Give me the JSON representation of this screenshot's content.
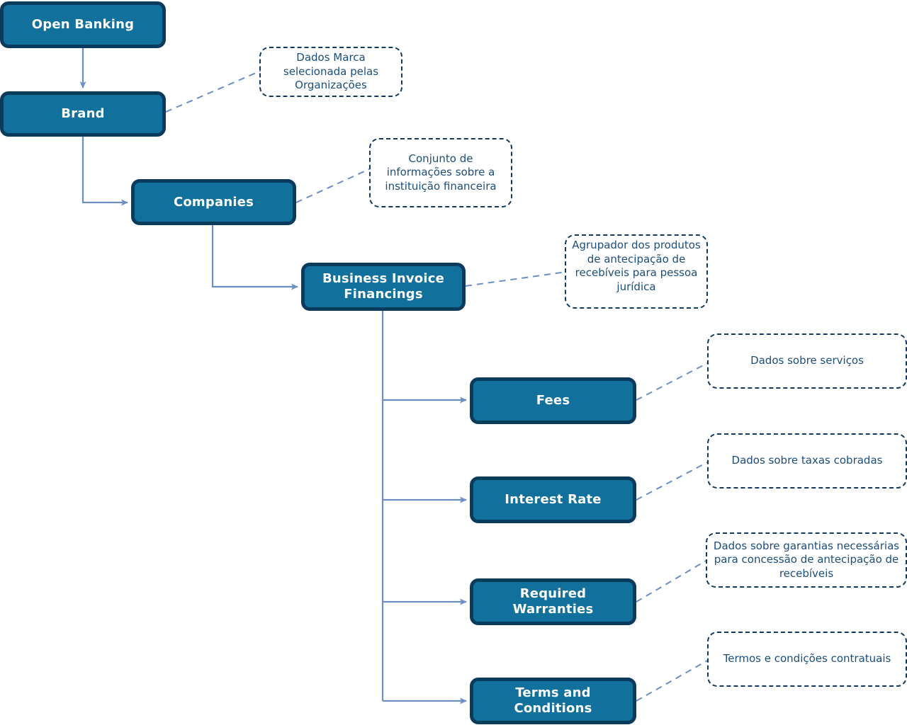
{
  "diagram": {
    "title": "Open Banking Business Invoice Financings hierarchy",
    "colors": {
      "node_fill": "#12719C",
      "node_border": "#0A3A5C",
      "node_text": "#FFFFFF",
      "note_border": "#123A5E",
      "note_text": "#1C4E7C",
      "connector": "#6B8FC4",
      "background": "#FFFFFF"
    },
    "nodes": [
      {
        "id": "open-banking",
        "label": "Open Banking"
      },
      {
        "id": "brand",
        "label": "Brand"
      },
      {
        "id": "companies",
        "label": "Companies"
      },
      {
        "id": "business-invoice-financings",
        "label": "Business Invoice Financings"
      },
      {
        "id": "fees",
        "label": "Fees"
      },
      {
        "id": "interest-rate",
        "label": "Interest Rate"
      },
      {
        "id": "required-warranties",
        "label": "Required Warranties"
      },
      {
        "id": "terms-and-conditions",
        "label": "Terms and Conditions"
      }
    ],
    "notes": [
      {
        "id": "note-brand",
        "text": "Dados Marca selecionada pelas Organizações",
        "attached_to": "brand"
      },
      {
        "id": "note-companies",
        "text": "Conjunto de informações sobre a instituição financeira",
        "attached_to": "companies"
      },
      {
        "id": "note-bif",
        "text": "Agrupador dos produtos de antecipação de recebíveis para pessoa jurídica",
        "attached_to": "business-invoice-financings"
      },
      {
        "id": "note-fees",
        "text": "Dados sobre serviços",
        "attached_to": "fees"
      },
      {
        "id": "note-interest-rate",
        "text": "Dados sobre taxas cobradas",
        "attached_to": "interest-rate"
      },
      {
        "id": "note-required-warranties",
        "text": "Dados sobre garantias necessárias para concessão de antecipação de recebíveis",
        "attached_to": "required-warranties"
      },
      {
        "id": "note-terms",
        "text": "Termos e condições contratuais",
        "attached_to": "terms-and-conditions"
      }
    ],
    "edges": [
      {
        "from": "open-banking",
        "to": "brand",
        "style": "solid-arrow"
      },
      {
        "from": "brand",
        "to": "companies",
        "style": "solid-arrow"
      },
      {
        "from": "companies",
        "to": "business-invoice-financings",
        "style": "solid-arrow"
      },
      {
        "from": "business-invoice-financings",
        "to": "fees",
        "style": "solid-arrow"
      },
      {
        "from": "business-invoice-financings",
        "to": "interest-rate",
        "style": "solid-arrow"
      },
      {
        "from": "business-invoice-financings",
        "to": "required-warranties",
        "style": "solid-arrow"
      },
      {
        "from": "business-invoice-financings",
        "to": "terms-and-conditions",
        "style": "solid-arrow"
      },
      {
        "from": "brand",
        "to": "note-brand",
        "style": "dashed"
      },
      {
        "from": "companies",
        "to": "note-companies",
        "style": "dashed"
      },
      {
        "from": "business-invoice-financings",
        "to": "note-bif",
        "style": "dashed"
      },
      {
        "from": "fees",
        "to": "note-fees",
        "style": "dashed"
      },
      {
        "from": "interest-rate",
        "to": "note-interest-rate",
        "style": "dashed"
      },
      {
        "from": "required-warranties",
        "to": "note-required-warranties",
        "style": "dashed"
      },
      {
        "from": "terms-and-conditions",
        "to": "note-terms",
        "style": "dashed"
      }
    ]
  }
}
